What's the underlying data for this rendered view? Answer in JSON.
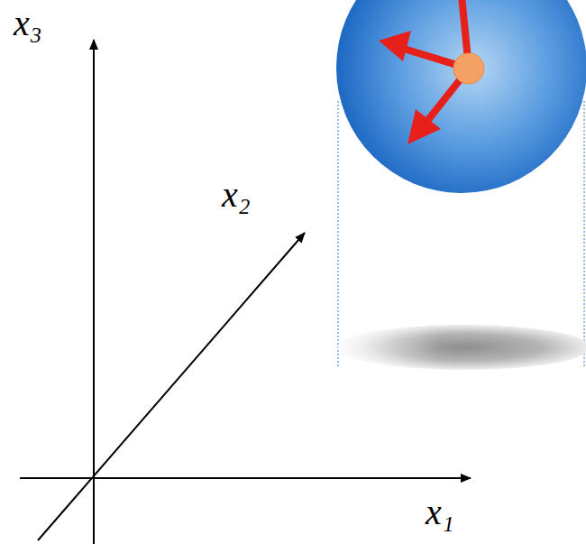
{
  "diagram": {
    "labels": [
      "x₃",
      "x₂",
      "x₁"
    ]
  }
}
